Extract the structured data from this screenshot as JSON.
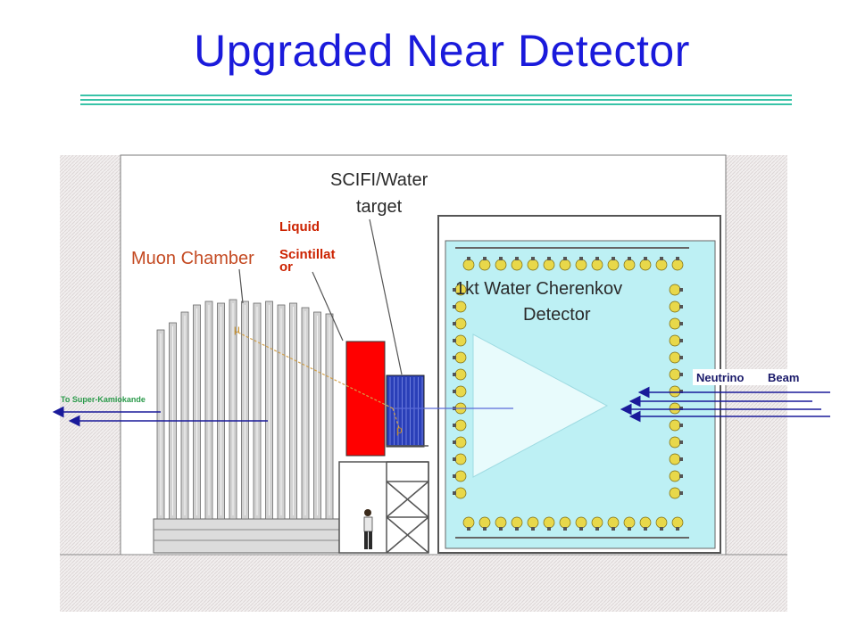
{
  "slide": {
    "title": "Upgraded Near Detector"
  },
  "diagram": {
    "labels": {
      "scifi": [
        "SCIFI/Water",
        "target"
      ],
      "liquid": [
        "Liquid",
        "Scintillat",
        "or"
      ],
      "muon": "Muon Chamber",
      "wc": [
        "1kt Water Cherenkov",
        "Detector"
      ],
      "to_sk": "To Super-Kamiokande",
      "mu": "μ",
      "p": "p",
      "beam": [
        "Neutrino",
        "Beam"
      ]
    },
    "colors": {
      "title": "#1a1adb",
      "rule": "#39c3a8",
      "liquid_scintillator": "#ff0000",
      "liquid_label": "#cc2200",
      "scifi_target": "#2a3fb8",
      "water": "#bdf0f4",
      "label_text": "#2a2a2a",
      "beam_arrow": "#1a1a9a"
    }
  }
}
